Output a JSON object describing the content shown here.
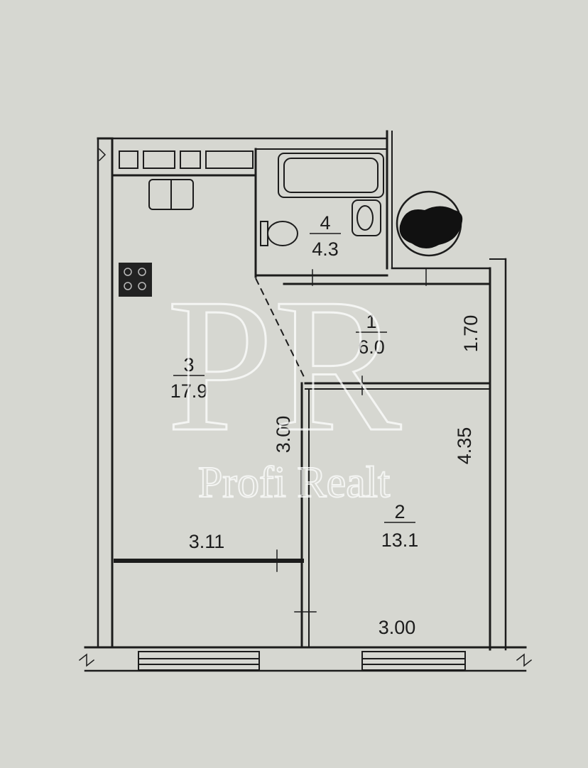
{
  "rooms": [
    {
      "number": "1",
      "area": "6.0"
    },
    {
      "number": "2",
      "area": "13.1"
    },
    {
      "number": "3",
      "area": "17.9"
    },
    {
      "number": "4",
      "area": "4.3"
    }
  ],
  "dimensions": {
    "corridor_width": "1.70",
    "room2_length": "4.35",
    "room2_width": "3.00",
    "room3_length": "3.00",
    "room3_width": "3.11"
  },
  "watermark": {
    "monogram": "PR",
    "text": "Profi Realt"
  },
  "colors": {
    "background": "#d6d7d1",
    "line": "#1c1c1c",
    "watermark": "#ffffff"
  }
}
